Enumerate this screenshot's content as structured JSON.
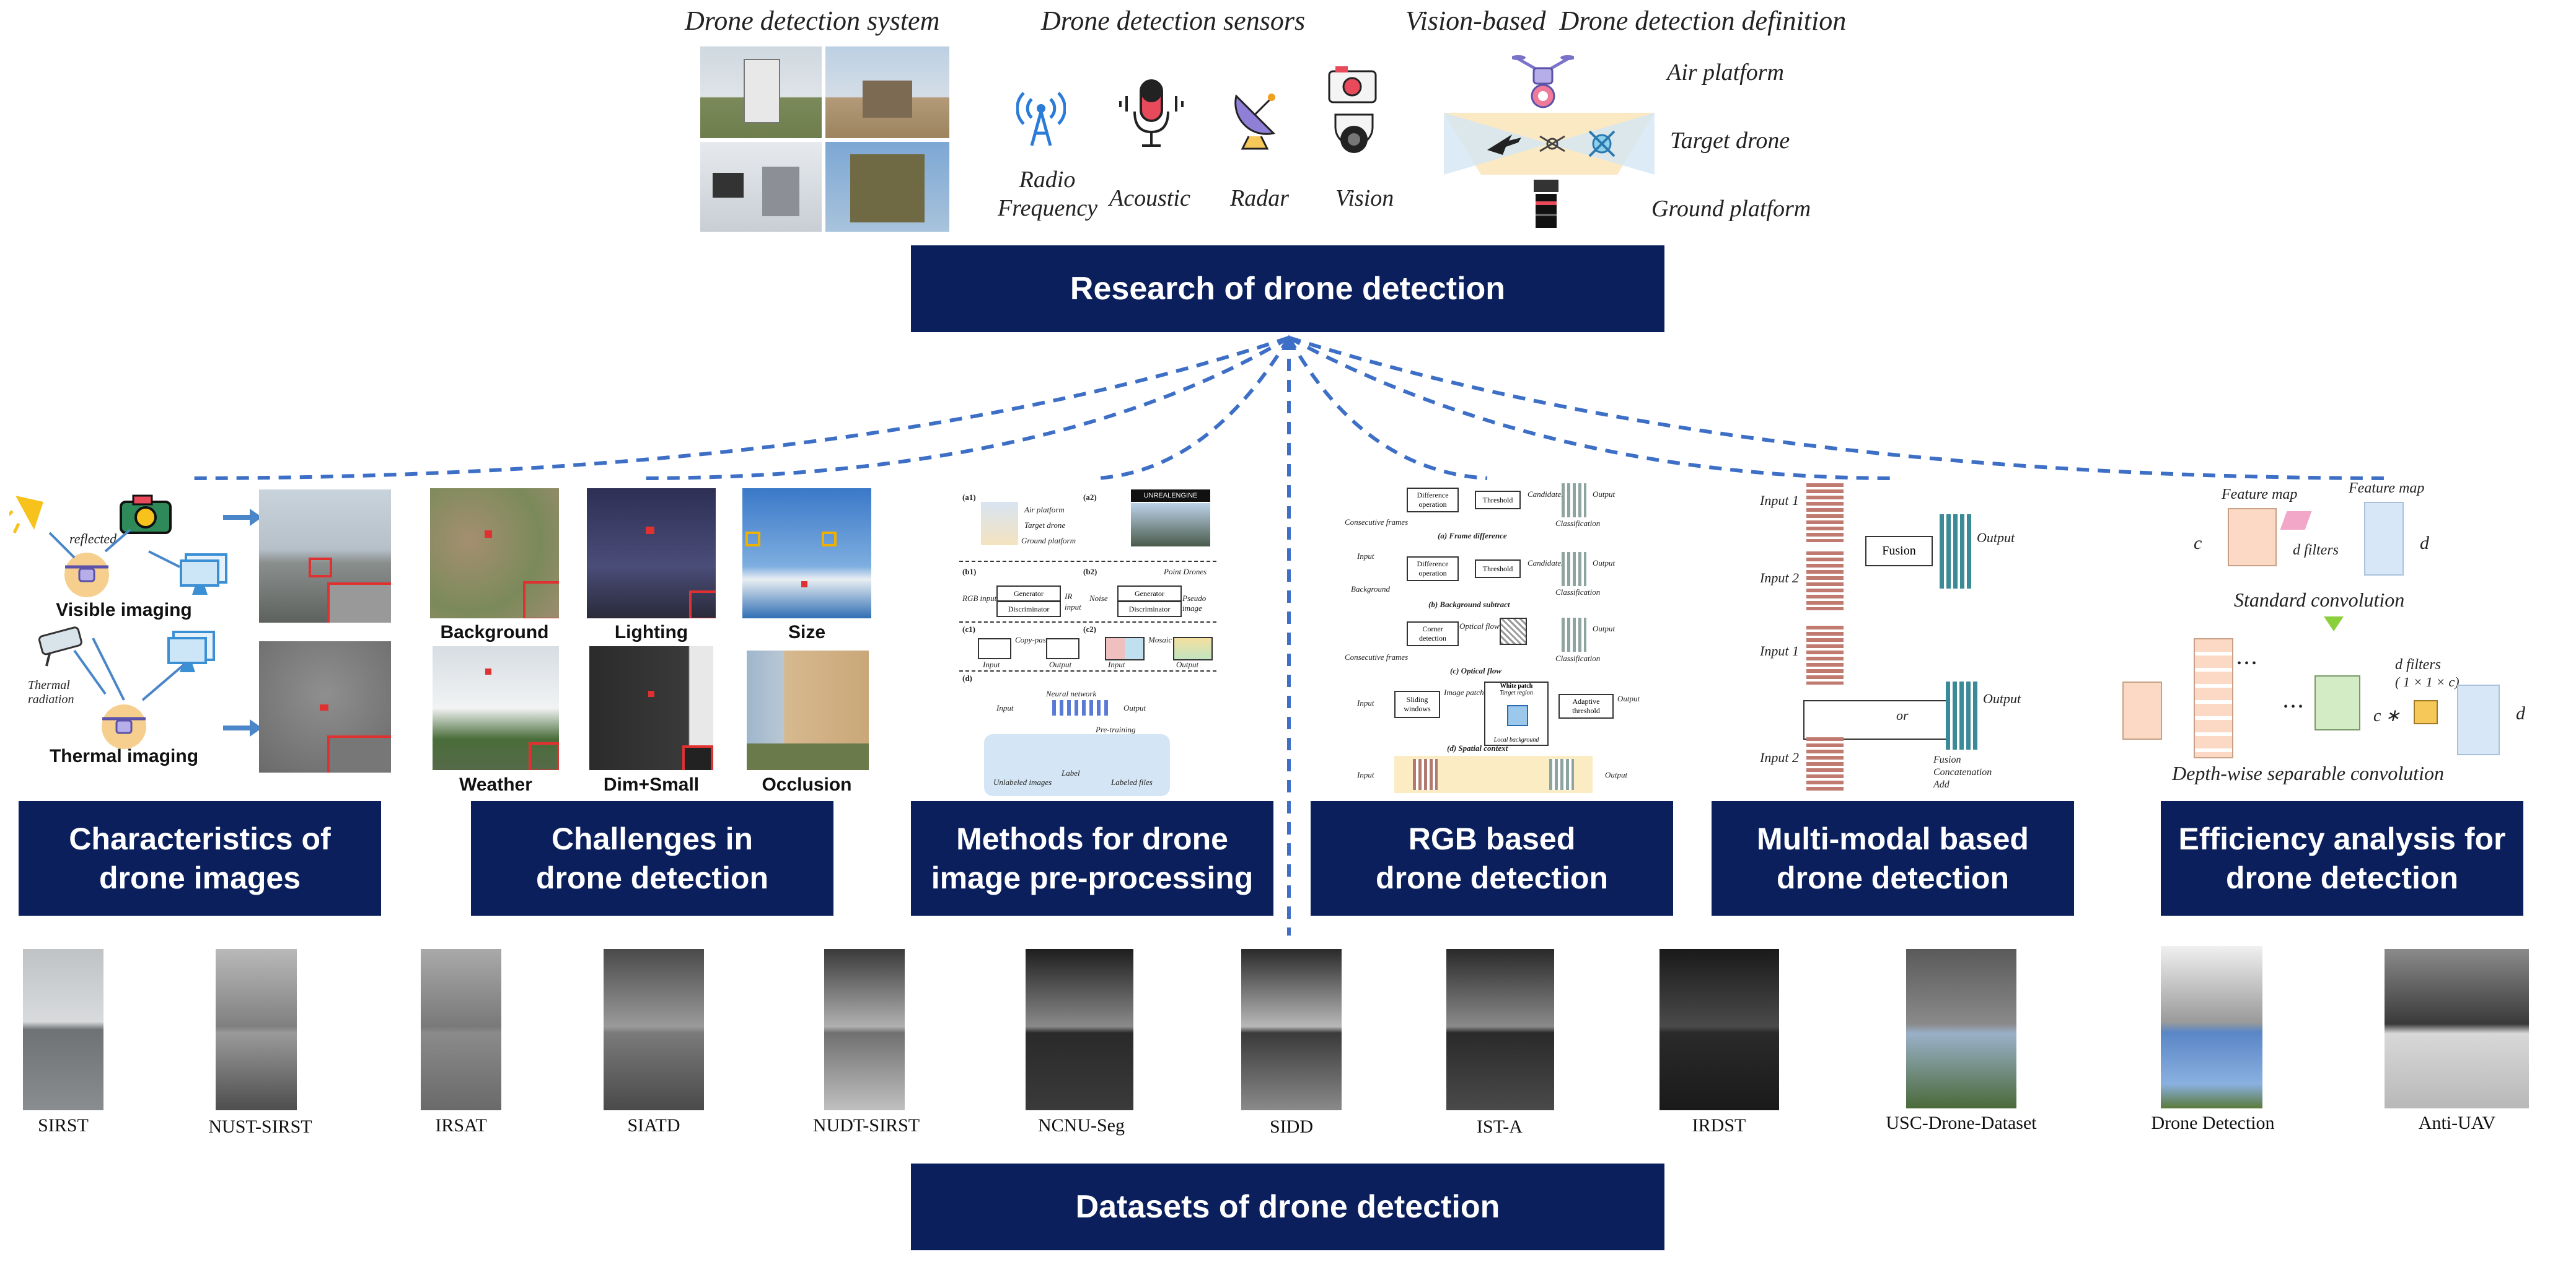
{
  "top": {
    "system_title": "Drone detection system",
    "sensors_title": "Drone detection sensors",
    "definition_title": "Vision-based  Drone detection definition",
    "sensors": [
      {
        "label_l1": "Radio",
        "label_l2": "Frequency",
        "icon": "radio-antenna-icon"
      },
      {
        "label_l1": "Acoustic",
        "label_l2": "",
        "icon": "microphone-icon"
      },
      {
        "label_l1": "Radar",
        "label_l2": "",
        "icon": "radar-dish-icon"
      },
      {
        "label_l1": "Vision",
        "label_l2": "",
        "icon": "camera-icon"
      }
    ],
    "definition_labels": [
      "Air platform",
      "Target drone",
      "Ground platform"
    ]
  },
  "research_banner": "Research of drone detection",
  "categories": [
    {
      "l1": "Characteristics of",
      "l2": "drone images"
    },
    {
      "l1": "Challenges in",
      "l2": "drone detection"
    },
    {
      "l1": "Methods for drone",
      "l2": "image pre-processing"
    },
    {
      "l1": "RGB based",
      "l2": "drone detection"
    },
    {
      "l1": "Multi-modal based",
      "l2": "drone detection"
    },
    {
      "l1": "Efficiency analysis for",
      "l2": "drone detection"
    }
  ],
  "characteristics": {
    "reflected": "reflected",
    "visible": "Visible imaging",
    "thermal_radiation_l1": "Thermal",
    "thermal_radiation_l2": "radiation",
    "thermal": "Thermal imaging"
  },
  "challenges": [
    "Background",
    "Lighting",
    "Size",
    "Weather",
    "Dim+Small",
    "Occlusion"
  ],
  "preprocessing": {
    "a1": "(a1)",
    "a2": "(a2)",
    "air_platform": "Air platform",
    "target_drone": "Target drone",
    "ground_platform": "Ground platform",
    "unreal": "UNREALENGINE",
    "b1": "(b1)",
    "b2": "(b2)",
    "rgb_input": "RGB input",
    "generator": "Generator",
    "discriminator": "Discriminator",
    "ir": "IR",
    "input": "input",
    "noise": "Noise",
    "pseudo_image": "Pseudo image",
    "point_drones": "Point Drones",
    "c1": "(c1)",
    "c2": "(c2)",
    "input_word": "Input",
    "output_word": "Output",
    "copy_paste": "Copy-paste",
    "mosaic": "Mosaic",
    "d": "(d)",
    "neural_network": "Neural network",
    "pre_training": "Pre-training",
    "unlabeled": "Unlabeled images",
    "label": "Label",
    "labeled_files": "Labeled files"
  },
  "rgb": {
    "consecutive_frames": "Consecutive frames",
    "difference_operation": "Difference operation",
    "threshold": "Threshold",
    "candidates": "Candidates",
    "classification": "Classification",
    "output": "Output",
    "a_label": "(a) Frame difference",
    "input": "Input",
    "background": "Background",
    "b_label": "(b) Background subtract",
    "corner_detection": "Corner detection",
    "optical_flow": "Optical flow",
    "c_label": "(c) Optical flow",
    "sliding_windows": "Sliding windows",
    "image_patches": "Image patches",
    "white_patch": "White patch",
    "target_region": "Target region",
    "local_background": "Local background",
    "adaptive_threshold": "Adaptive threshold",
    "d_label": "(d) Spatial context"
  },
  "multimodal": {
    "input1": "Input 1",
    "input2": "Input 2",
    "fusion": "Fusion",
    "output": "Output",
    "or": "or",
    "legend_fusion": "Fusion",
    "legend_concat": "Concatenation",
    "legend_add": "Add"
  },
  "efficiency": {
    "feature_map_l": "Feature map",
    "feature_map_r": "Feature map",
    "c": "c",
    "d": "d",
    "d_filters": "d filters",
    "standard": "Standard convolution",
    "d_filters2": "d filters",
    "kernel": "( 1 × 1 × c)",
    "c_star": "c ∗",
    "depthwise": "Depth-wise separable convolution",
    "dots": "• • •"
  },
  "datasets": [
    "SIRST",
    "NUST-SIRST",
    "IRSAT",
    "SIATD",
    "NUDT-SIRST",
    "NCNU-Seg",
    "SIDD",
    "IST-A",
    "IRDST",
    "USC-Drone-Dataset",
    "Drone Detection",
    "Anti-UAV"
  ],
  "datasets_banner": "Datasets of drone detection"
}
